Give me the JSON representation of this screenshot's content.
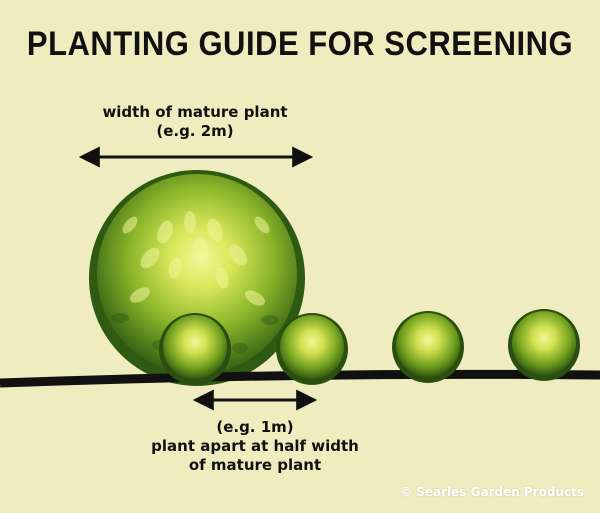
{
  "title": "PLANTING GUIDE FOR SCREENING",
  "mature_width": {
    "line1": "width of mature plant",
    "line2": "(e.g. 2m)"
  },
  "spacing": {
    "line1": "(e.g. 1m)",
    "line2": "plant apart at half width",
    "line3": "of mature plant"
  },
  "copyright": "© Searles Garden Products",
  "colors": {
    "background": "#efedc0",
    "foliage_dark": "#2f5a12",
    "foliage_mid": "#6f9e1e",
    "foliage_light": "#e8ef6a",
    "ground": "#111111"
  }
}
